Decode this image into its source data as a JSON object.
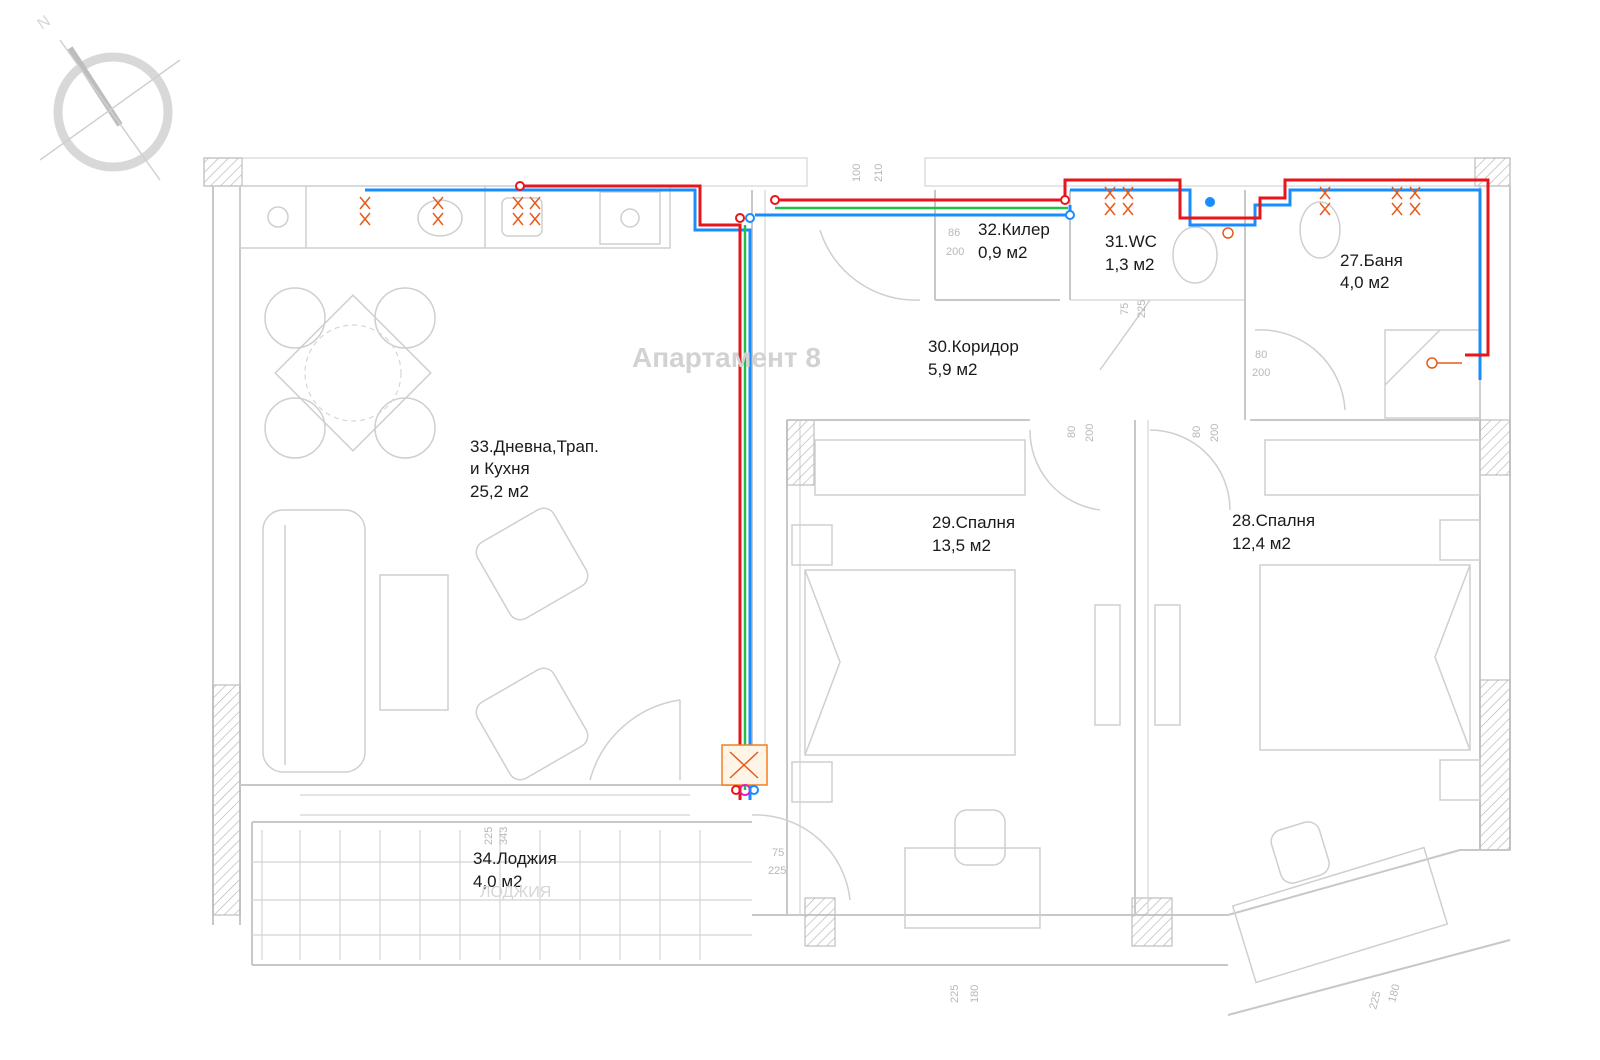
{
  "plan": {
    "apartment_title": "Апартамент 8",
    "north_label": "N",
    "rooms": [
      {
        "num_name": "27.Баня",
        "area": "4,0 м2"
      },
      {
        "num_name": "28.Спалня",
        "area": "12,4 м2"
      },
      {
        "num_name": "29.Спалня",
        "area": "13,5 м2"
      },
      {
        "num_name": "30.Коридор",
        "area": "5,9 м2"
      },
      {
        "num_name": "31.WC",
        "area": "1,3 м2"
      },
      {
        "num_name": "32.Килер",
        "area": "0,9 м2"
      },
      {
        "num_name": "33.Дневна,Трап.",
        "line2": "и Кухня",
        "area": "25,2 м2"
      },
      {
        "num_name": "34.Лоджия",
        "area": "4,0 м2"
      }
    ],
    "loggia_ghost_label": "ЛОДЖИЯ",
    "dimensions": {
      "top_window_a": "100",
      "top_window_b": "210",
      "kiler_door_a": "86",
      "kiler_door_b": "200",
      "wc_door_a": "75",
      "wc_door_b": "225",
      "bath_door_a": "80",
      "bath_door_b": "200",
      "bed29_door_a": "80",
      "bed29_door_b": "200",
      "bed28_door_a": "80",
      "bed28_door_b": "200",
      "loggia_win_a": "343",
      "loggia_win_b": "225",
      "loggia_door_a": "75",
      "loggia_door_b": "225",
      "bottom_win_a": "225",
      "bottom_win_b": "180",
      "bottom_right_a": "225",
      "bottom_right_b": "180"
    },
    "legend_colors": {
      "hot_water": "#e8151b",
      "cold_water": "#1a8cff",
      "circulation": "#22c04a"
    }
  }
}
